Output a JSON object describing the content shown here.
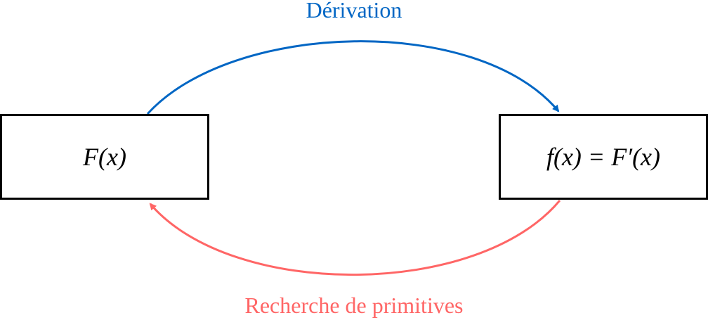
{
  "nodes": {
    "left": "F(x)",
    "right": "f(x) = F′(x)"
  },
  "edges": {
    "top": {
      "label": "Dérivation",
      "color": "#0066c4"
    },
    "bottom": {
      "label": "Recherche de primitives",
      "color": "#ff6666"
    }
  }
}
